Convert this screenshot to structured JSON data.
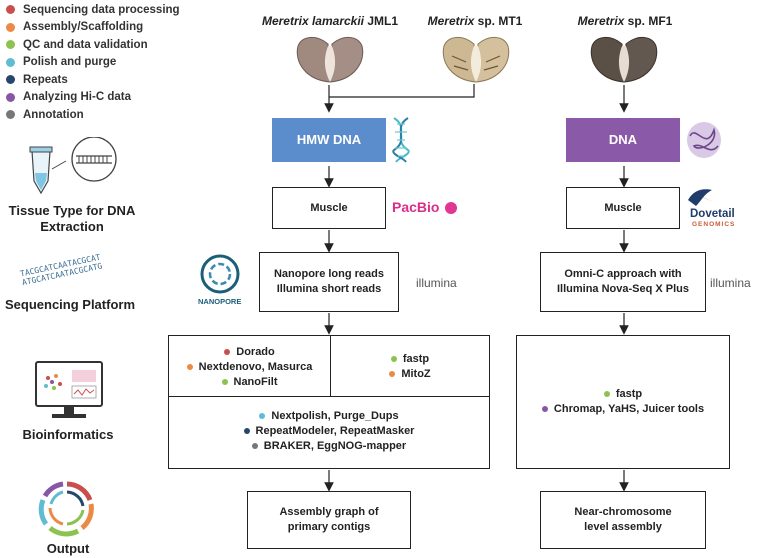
{
  "legend": [
    {
      "label": "Sequencing data processing",
      "color": "#c94f4c"
    },
    {
      "label": "Assembly/Scaffolding",
      "color": "#ec8a45"
    },
    {
      "label": "QC and data validation",
      "color": "#8cc24e"
    },
    {
      "label": "Polish and purge",
      "color": "#5fbcd3"
    },
    {
      "label": "Repeats",
      "color": "#26466d"
    },
    {
      "label": "Analyzing Hi-C data",
      "color": "#8757a6"
    },
    {
      "label": "Annotation",
      "color": "#777777"
    }
  ],
  "species": [
    {
      "italic": "Meretrix lamarckii",
      "rest": " JML1"
    },
    {
      "italic": "Meretrix",
      "rest": " sp. MT1"
    },
    {
      "italic": "Meretrix",
      "rest": " sp. MF1"
    }
  ],
  "side_labels": {
    "tissue": "Tissue Type for DNA Extraction",
    "platform": "Sequencing Platform",
    "bioinformatics": "Bioinformatics",
    "output": "Output"
  },
  "left": {
    "dna_label": "HMW DNA",
    "dna_color": "#5b8ccc",
    "tissue": "Muscle",
    "reads_line1": "Nanopore long reads",
    "reads_line2": "Illumina short reads",
    "bio_a": [
      {
        "name": "Dorado",
        "color": "#c94f4c"
      },
      {
        "name": "Nextdenovo, Masurca",
        "color": "#ec8a45"
      },
      {
        "name": "NanoFilt",
        "color": "#8cc24e"
      }
    ],
    "bio_b": [
      {
        "name": "fastp",
        "color": "#8cc24e"
      },
      {
        "name": "MitoZ",
        "color": "#ec8a45"
      }
    ],
    "bio_c": [
      {
        "name": "Nextpolish, Purge_Dups",
        "color": "#5fbcd3"
      },
      {
        "name": "RepeatModeler, RepeatMasker",
        "color": "#26466d"
      },
      {
        "name": "BRAKER, EggNOG-mapper",
        "color": "#777777"
      }
    ],
    "output_line1": "Assembly graph of",
    "output_line2": "primary contigs"
  },
  "right": {
    "dna_label": "DNA",
    "dna_color": "#8a5aa8",
    "tissue": "Muscle",
    "reads_line1": "Omni-C approach with",
    "reads_line2": "Illumina Nova-Seq X Plus",
    "bio": [
      {
        "name": "fastp",
        "color": "#8cc24e"
      },
      {
        "name": "Chromap, YaHS, Juicer tools",
        "color": "#8757a6"
      }
    ],
    "output_line1": "Near-chromosome",
    "output_line2": "level assembly"
  },
  "logos": {
    "pacbio": "PacBio",
    "illumina": "illumina",
    "nanopore": "NANOPORE",
    "dovetail": "Dovetail",
    "genomics": "GENOMICS",
    "seq_text1": "TACGCATCAATACGCAT",
    "seq_text2": "ATGCATCAATACGCATG"
  }
}
